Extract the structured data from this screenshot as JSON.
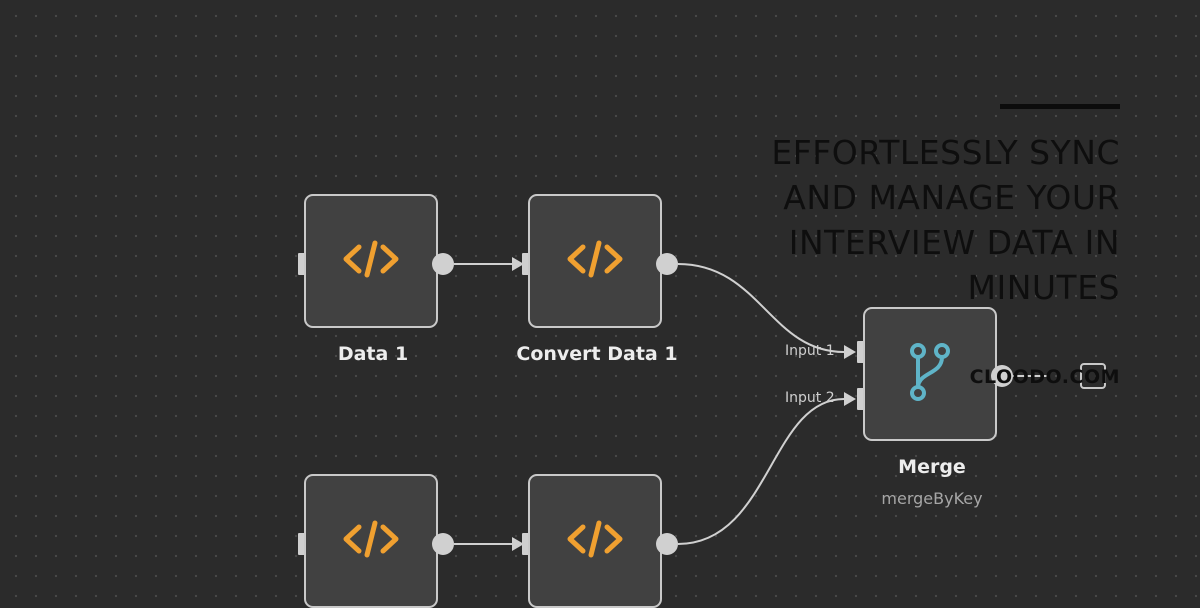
{
  "canvas": {
    "background": "#2b2b2b",
    "grid_dot_color": "#4a4a4a"
  },
  "accent_colors": {
    "code_icon": "#f0a030",
    "merge_icon": "#5fb4c8",
    "node_border": "#c9c9c9",
    "edge": "#d0d0d0"
  },
  "nodes": {
    "data1": {
      "label": "Data 1",
      "icon": "code-icon"
    },
    "convert1": {
      "label": "Convert Data 1",
      "icon": "code-icon"
    },
    "data2": {
      "label": "",
      "icon": "code-icon"
    },
    "convert2": {
      "label": "",
      "icon": "code-icon"
    },
    "merge": {
      "label": "Merge",
      "subtitle": "mergeByKey",
      "icon": "merge-icon",
      "inputs": [
        "Input 1",
        "Input 2"
      ]
    }
  },
  "overlay": {
    "headline": "EFFORTLESSLY SYNC AND MANAGE YOUR INTERVIEW DATA IN MINUTES",
    "brand": "CLOODO.COM"
  }
}
